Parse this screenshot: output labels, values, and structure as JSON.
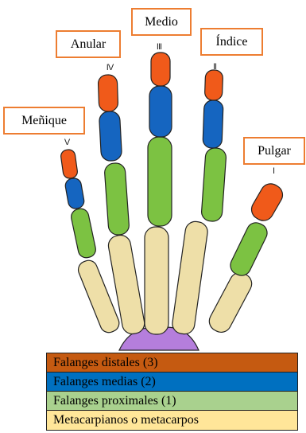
{
  "fingers": [
    {
      "name": "Meñique",
      "numeral": "V"
    },
    {
      "name": "Anular",
      "numeral": "IV"
    },
    {
      "name": "Medio",
      "numeral": "III"
    },
    {
      "name": "Índice",
      "numeral": "II"
    },
    {
      "name": "Pulgar",
      "numeral": "I"
    }
  ],
  "legend": [
    {
      "label": "Falanges distales (3)",
      "color": "#C55A11"
    },
    {
      "label": "Falanges medias (2)",
      "color": "#0070C0"
    },
    {
      "label": "Falanges proximales (1)",
      "color": "#A9D18E"
    },
    {
      "label": "Metacarpianos o metacarpos",
      "color": "#FFE699"
    }
  ],
  "bone_colors": {
    "distal": "#F05A1A",
    "middle": "#1565C0",
    "proximal": "#7CC242",
    "metacarpal": "#EEDFA8",
    "carpal": "#B57EDC",
    "outline": "#222222",
    "label_border": "#ED7D31"
  }
}
